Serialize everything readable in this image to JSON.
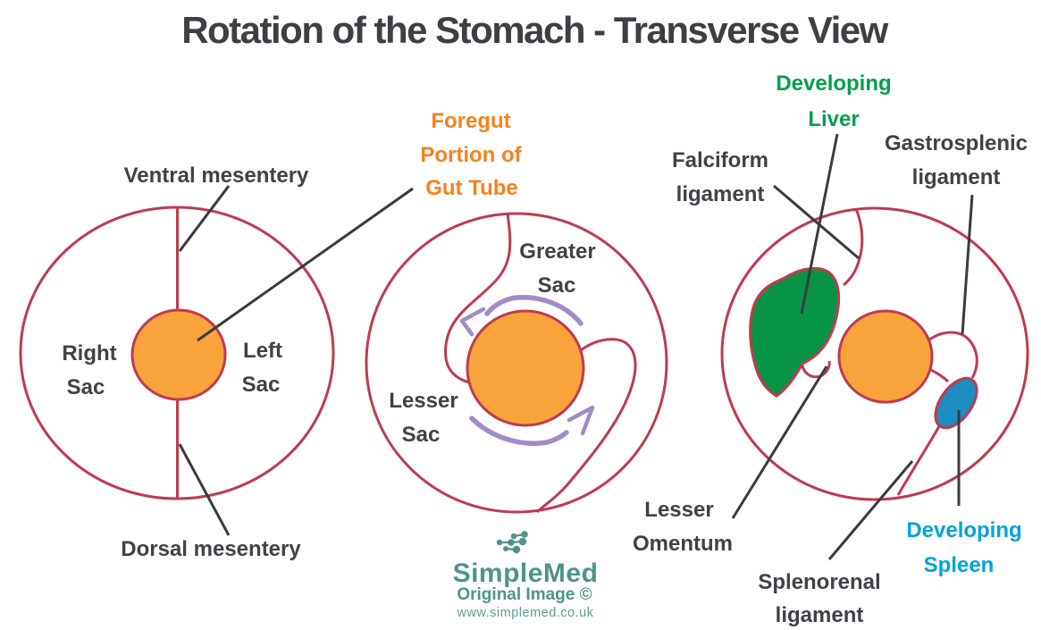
{
  "title": "Rotation of the Stomach - Transverse View",
  "colors": {
    "outline_red": "#C03A50",
    "gut_orange": "#F9A33C",
    "liver_green": "#089447",
    "spleen_blue": "#1D8CC1",
    "arrow_purple": "#A18BC9",
    "label_dark": "#414148",
    "label_orange": "#F5821F",
    "label_green": "#00A04E",
    "label_blue": "#00A3DC",
    "logo_teal": "#4E948A"
  },
  "stage1": {
    "ventral_label": "Ventral mesentery",
    "dorsal_label": "Dorsal mesentery",
    "right_sac": [
      "Right",
      "Sac"
    ],
    "left_sac": [
      "Left",
      "Sac"
    ]
  },
  "stage2": {
    "foregut_label": [
      "Foregut",
      "Portion of",
      "Gut Tube"
    ],
    "greater_sac": [
      "Greater",
      "Sac"
    ],
    "lesser_sac": [
      "Lesser",
      "Sac"
    ]
  },
  "stage3": {
    "developing_liver": [
      "Developing",
      "Liver"
    ],
    "falciform_ligament": [
      "Falciform",
      "ligament"
    ],
    "gastrosplenic_ligament": [
      "Gastrosplenic",
      "ligament"
    ],
    "lesser_omentum": [
      "Lesser",
      "Omentum"
    ],
    "splenorenal_ligament": [
      "Splenorenal",
      "ligament"
    ],
    "developing_spleen": [
      "Developing",
      "Spleen"
    ]
  },
  "logo": {
    "name": "SimpleMed",
    "credit": "Original Image ©",
    "url": "www.simplemed.co.uk"
  }
}
